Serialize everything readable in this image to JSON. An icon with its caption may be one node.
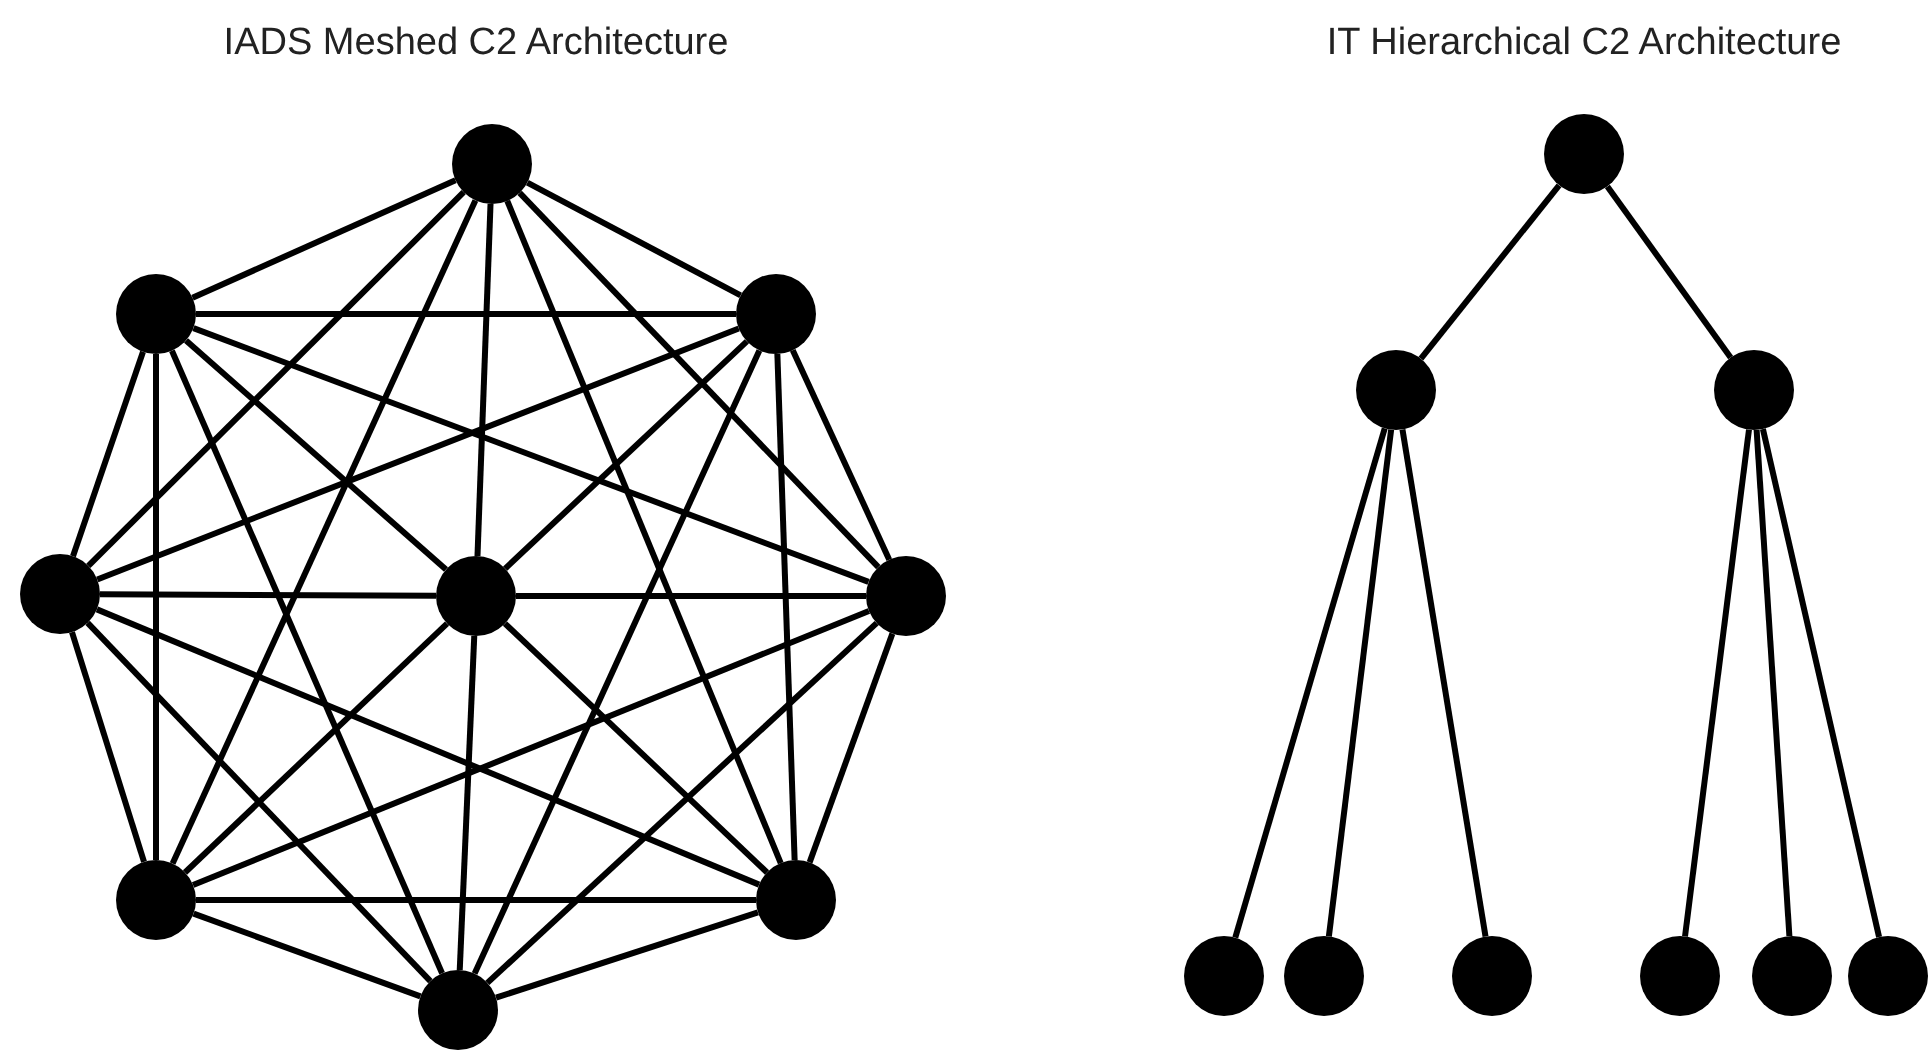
{
  "diagram": {
    "nodes": [
      {
        "text": [],
        "shape": "circle"
      },
      {
        "text": [],
        "shape": "circle"
      },
      {
        "text": [],
        "shape": "circle"
      },
      {
        "text": [],
        "shape": "circle"
      },
      {
        "text": [],
        "shape": "circle"
      },
      {
        "text": [],
        "shape": "circle"
      },
      {
        "text": [],
        "shape": "circle"
      },
      {
        "text": [],
        "shape": "circle"
      },
      {
        "text": [],
        "shape": "circle"
      },
      {
        "text": [],
        "shape": "circle"
      },
      {
        "text": [],
        "shape": "circle"
      },
      {
        "text": [],
        "shape": "circle"
      },
      {
        "text": [],
        "shape": "circle"
      },
      {
        "text": [],
        "shape": "circle"
      },
      {
        "text": [],
        "shape": "circle"
      },
      {
        "text": [],
        "shape": "circle"
      },
      {
        "text": [],
        "shape": "circle"
      },
      {
        "text": [],
        "shape": "circle"
      }
    ],
    "edges": [
      {
        "from": 0,
        "to": 1,
        "arrow": "none"
      },
      {
        "from": 0,
        "to": 2,
        "arrow": "none"
      },
      {
        "from": 0,
        "to": 3,
        "arrow": "none"
      },
      {
        "from": 0,
        "to": 5,
        "arrow": "none"
      },
      {
        "from": 0,
        "to": 6,
        "arrow": "none"
      },
      {
        "from": 0,
        "to": 7,
        "arrow": "none"
      },
      {
        "from": 1,
        "to": 2,
        "arrow": "none"
      },
      {
        "from": 1,
        "to": 3,
        "arrow": "none"
      },
      {
        "from": 1,
        "to": 5,
        "arrow": "none"
      },
      {
        "from": 1,
        "to": 6,
        "arrow": "none"
      },
      {
        "from": 1,
        "to": 8,
        "arrow": "none"
      },
      {
        "from": 2,
        "to": 3,
        "arrow": "none"
      },
      {
        "from": 2,
        "to": 5,
        "arrow": "none"
      },
      {
        "from": 2,
        "to": 7,
        "arrow": "none"
      },
      {
        "from": 2,
        "to": 8,
        "arrow": "none"
      },
      {
        "from": 3,
        "to": 6,
        "arrow": "none"
      },
      {
        "from": 3,
        "to": 7,
        "arrow": "none"
      },
      {
        "from": 3,
        "to": 8,
        "arrow": "none"
      },
      {
        "from": 5,
        "to": 6,
        "arrow": "none"
      },
      {
        "from": 5,
        "to": 7,
        "arrow": "none"
      },
      {
        "from": 5,
        "to": 8,
        "arrow": "none"
      },
      {
        "from": 6,
        "to": 7,
        "arrow": "none"
      },
      {
        "from": 6,
        "to": 8,
        "arrow": "none"
      },
      {
        "from": 7,
        "to": 8,
        "arrow": "none"
      },
      {
        "from": 4,
        "to": 0,
        "arrow": "none"
      },
      {
        "from": 4,
        "to": 1,
        "arrow": "none"
      },
      {
        "from": 4,
        "to": 2,
        "arrow": "none"
      },
      {
        "from": 4,
        "to": 3,
        "arrow": "none"
      },
      {
        "from": 4,
        "to": 5,
        "arrow": "none"
      },
      {
        "from": 4,
        "to": 6,
        "arrow": "none"
      },
      {
        "from": 4,
        "to": 7,
        "arrow": "none"
      },
      {
        "from": 4,
        "to": 8,
        "arrow": "none"
      },
      {
        "from": 9,
        "to": 10,
        "arrow": "none"
      },
      {
        "from": 9,
        "to": 11,
        "arrow": "none"
      },
      {
        "from": 10,
        "to": 12,
        "arrow": "none"
      },
      {
        "from": 10,
        "to": 13,
        "arrow": "none"
      },
      {
        "from": 10,
        "to": 14,
        "arrow": "none"
      },
      {
        "from": 11,
        "to": 15,
        "arrow": "none"
      },
      {
        "from": 11,
        "to": 16,
        "arrow": "none"
      },
      {
        "from": 11,
        "to": 17,
        "arrow": "none"
      }
    ],
    "labels": [
      "IADS Meshed C2 Architecture",
      "IT Hierarchical C2 Architecture"
    ]
  }
}
